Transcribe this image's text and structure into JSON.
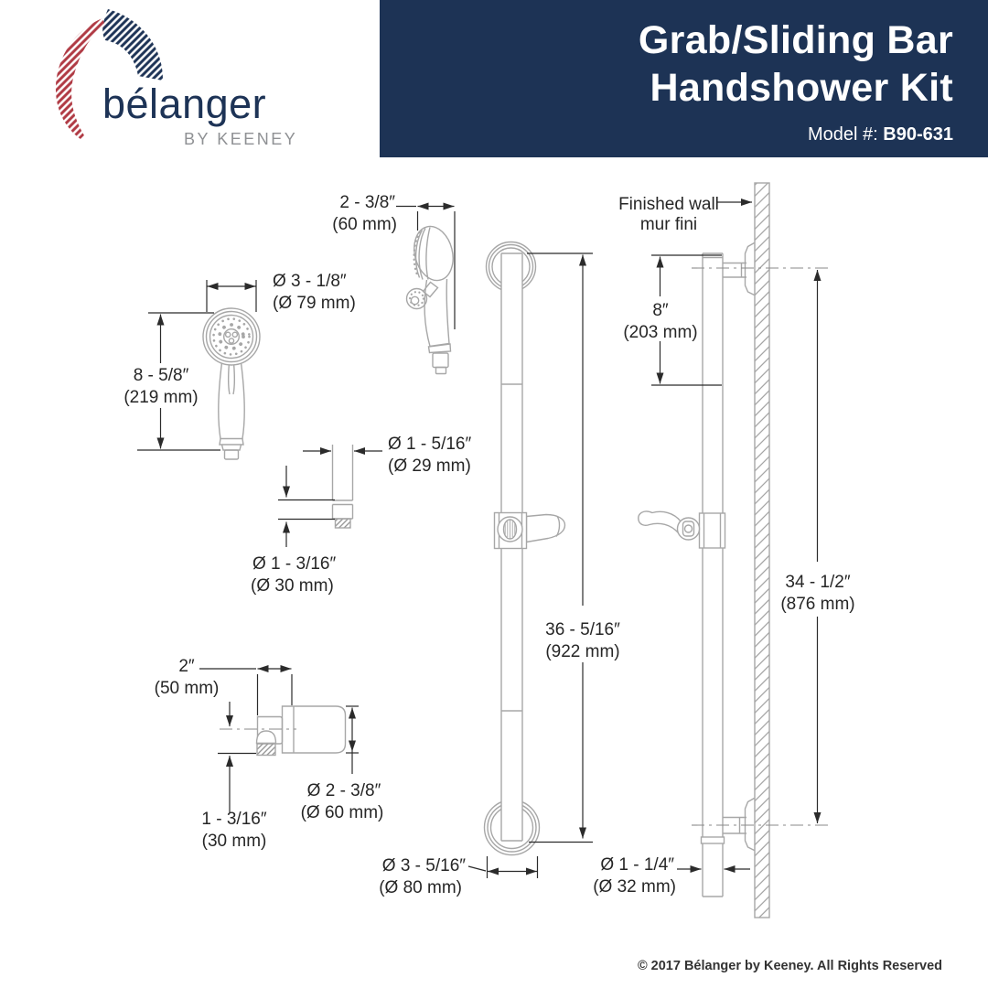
{
  "brand": {
    "name": "bélanger",
    "tagline": "BY KEENEY"
  },
  "banner": {
    "title_line1": "Grab/Sliding Bar",
    "title_line2": "Handshower Kit",
    "model_label": "Model #:",
    "model_number": "B90-631"
  },
  "colors": {
    "banner_navy": "#1d3355",
    "logo_navy": "#1d3356",
    "logo_red": "#b03a44",
    "part_gray": "#a7a7a7",
    "dim_ink": "#2b2b2b"
  },
  "wall": {
    "label_en": "Finished wall",
    "label_fr": "mur fini"
  },
  "dimensions": {
    "handshower_face_diameter": {
      "inches": "Ø 3 - 1/8″",
      "metric": "(Ø 79 mm)"
    },
    "handshower_height": {
      "inches": "8 - 5/8″",
      "metric": "(219 mm)"
    },
    "handshower_depth": {
      "inches": "2 - 3/8″",
      "metric": "(60 mm)"
    },
    "hose_nut_diameter": {
      "inches": "Ø 1 - 5/16″",
      "metric": "(Ø 29 mm)"
    },
    "hose_connector_diameter": {
      "inches": "Ø 1 - 3/16″",
      "metric": "(Ø 30 mm)"
    },
    "elbow_projection": {
      "inches": "2″",
      "metric": "(50 mm)"
    },
    "elbow_drop": {
      "inches": "1 - 3/16″",
      "metric": "(30 mm)"
    },
    "elbow_flange_diameter": {
      "inches": "Ø 2 - 3/8″",
      "metric": "(Ø 60 mm)"
    },
    "bar_length": {
      "inches": "36 - 5/16″",
      "metric": "(922 mm)"
    },
    "bar_flange_diameter": {
      "inches": "Ø 3 - 5/16″",
      "metric": "(Ø 80 mm)"
    },
    "wall_mount_offset": {
      "inches": "8″",
      "metric": "(203 mm)"
    },
    "mount_centers": {
      "inches": "34 - 1/2″",
      "metric": "(876 mm)"
    },
    "bar_diameter": {
      "inches": "Ø 1 - 1/4″",
      "metric": "(Ø 32 mm)"
    }
  },
  "footer": {
    "copyright": "© 2017 Bélanger by Keeney. All Rights Reserved"
  }
}
